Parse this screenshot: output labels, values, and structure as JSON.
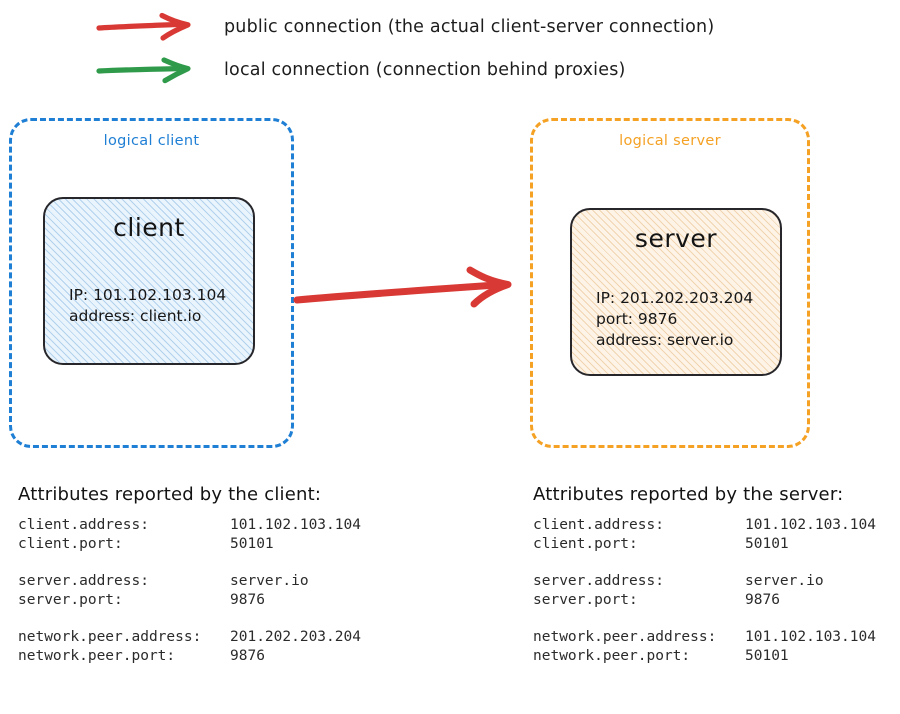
{
  "legend": {
    "items": [
      {
        "icon": "red-arrow-icon",
        "color": "#d93934",
        "label": "public connection (the actual client-server connection)"
      },
      {
        "icon": "green-arrow-icon",
        "color": "#2e9a4a",
        "label": "local connection (connection behind proxies)"
      }
    ]
  },
  "diagram": {
    "client_group": {
      "label": "logical client",
      "color": "#1f7fd4",
      "node": {
        "title": "client",
        "lines": [
          "IP: 101.102.103.104",
          "address: client.io"
        ],
        "fill": "#eaf4fc",
        "hatch": "#82b4e1"
      }
    },
    "server_group": {
      "label": "logical server",
      "color": "#f4a124",
      "node": {
        "title": "server",
        "lines": [
          "IP: 201.202.203.204",
          "port: 9876",
          "address: server.io"
        ],
        "fill": "#fdf3e6",
        "hatch": "#e2b071"
      }
    },
    "connection_arrow": {
      "icon": "red-arrow-icon",
      "color": "#d93934",
      "direction": "client-to-server"
    }
  },
  "attributes": {
    "client_panel": {
      "heading": "Attributes reported by the client:",
      "groups": [
        {
          "rows": [
            {
              "key": "client.address:",
              "value": "101.102.103.104"
            },
            {
              "key": "client.port:",
              "value": "50101"
            }
          ]
        },
        {
          "rows": [
            {
              "key": "server.address:",
              "value": "server.io"
            },
            {
              "key": "server.port:",
              "value": "9876"
            }
          ]
        },
        {
          "rows": [
            {
              "key": "network.peer.address:",
              "value": "201.202.203.204"
            },
            {
              "key": "network.peer.port:",
              "value": "9876"
            }
          ]
        }
      ]
    },
    "server_panel": {
      "heading": "Attributes reported by the server:",
      "groups": [
        {
          "rows": [
            {
              "key": "client.address:",
              "value": "101.102.103.104"
            },
            {
              "key": "client.port:",
              "value": "50101"
            }
          ]
        },
        {
          "rows": [
            {
              "key": "server.address:",
              "value": "server.io"
            },
            {
              "key": "server.port:",
              "value": "9876"
            }
          ]
        },
        {
          "rows": [
            {
              "key": "network.peer.address:",
              "value": "101.102.103.104"
            },
            {
              "key": "network.peer.port:",
              "value": "50101"
            }
          ]
        }
      ]
    }
  }
}
